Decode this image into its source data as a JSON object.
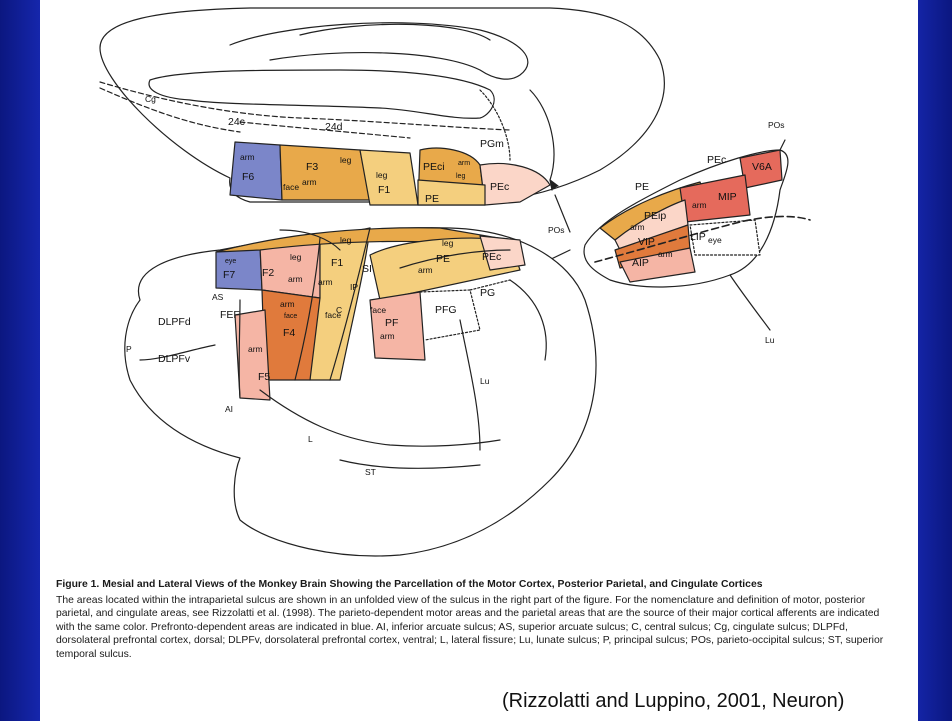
{
  "figure": {
    "top_labels": {
      "cg": "Cg",
      "a24c": "24c",
      "a24d": "24d",
      "pgm": "PGm",
      "f6": "F6",
      "f6_arm": "arm",
      "f6_face": "face",
      "f3": "F3",
      "f3_leg": "leg",
      "f3_arm": "arm",
      "f1": "F1",
      "f1_leg": "leg",
      "peci": "PEci",
      "peci_arm": "arm",
      "peci_leg": "leg",
      "pec": "PEc",
      "pe": "PE"
    },
    "lateral_labels": {
      "f7": "F7",
      "f7_eye": "eye",
      "as": "AS",
      "f2": "F2",
      "f2_leg": "leg",
      "f2_arm": "arm",
      "f1": "F1",
      "f1_leg": "leg",
      "f1_arm": "arm",
      "f1_face": "face",
      "si": "SI",
      "c": "C",
      "pe": "PE",
      "pe_leg": "leg",
      "pe_arm": "arm",
      "pec": "PEc",
      "ip": "IP",
      "pf": "PF",
      "pf_face": "face",
      "pf_arm": "arm",
      "pfg": "PFG",
      "pg": "PG",
      "dlpfd": "DLPFd",
      "dlpfv": "DLPFv",
      "p": "P",
      "fef": "FEF",
      "f4": "F4",
      "f4_arm": "arm",
      "f4_face": "face",
      "f5": "F5",
      "f5_arm": "arm",
      "ai": "AI",
      "l": "L",
      "lu": "Lu",
      "st": "ST",
      "pos": "POs"
    },
    "right_labels": {
      "pos": "POs",
      "pec": "PEc",
      "v6a": "V6A",
      "pe": "PE",
      "mip": "MIP",
      "mip_arm": "arm",
      "peip": "PEip",
      "peip_arm": "arm",
      "vip": "VIP",
      "lip": "LIP",
      "lip_eye": "eye",
      "aip": "AIP",
      "aip_arm": "arm",
      "lu": "Lu"
    }
  },
  "caption": {
    "title": "Figure 1. Mesial and Lateral Views of the Monkey Brain Showing the Parcellation of the Motor Cortex, Posterior Parietal, and Cingulate Cortices",
    "body": "The areas located within the intraparietal sulcus are shown in an unfolded view of the sulcus in the right part of the figure. For the nomenclature and definition of motor, posterior parietal, and cingulate areas, see Rizzolatti et al. (1998). The parieto-dependent motor areas and the parietal areas that are the source of their major cortical afferents are indicated with the same color. Prefronto-dependent areas are indicated in blue. AI, inferior arcuate sulcus; AS, superior arcuate sulcus; C, central sulcus; Cg, cingulate sulcus; DLPFd, dorsolateral prefrontal cortex, dorsal; DLPFv, dorsolateral prefrontal cortex, ventral; L, lateral fissure; Lu, lunate sulcus; P, principal sulcus; POs, parieto-occipital sulcus; ST, superior temporal sulcus."
  },
  "citation": "(Rizzolatti and Luppino, 2001, Neuron)",
  "colors": {
    "blue_area": "#7b86c9",
    "orange_area": "#e8a94a",
    "light_orange": "#f4cf7e",
    "dark_orange": "#e07a3c",
    "salmon": "#f5b5a5",
    "red_area": "#e56a5c",
    "pink_light": "#fbd6c8"
  }
}
